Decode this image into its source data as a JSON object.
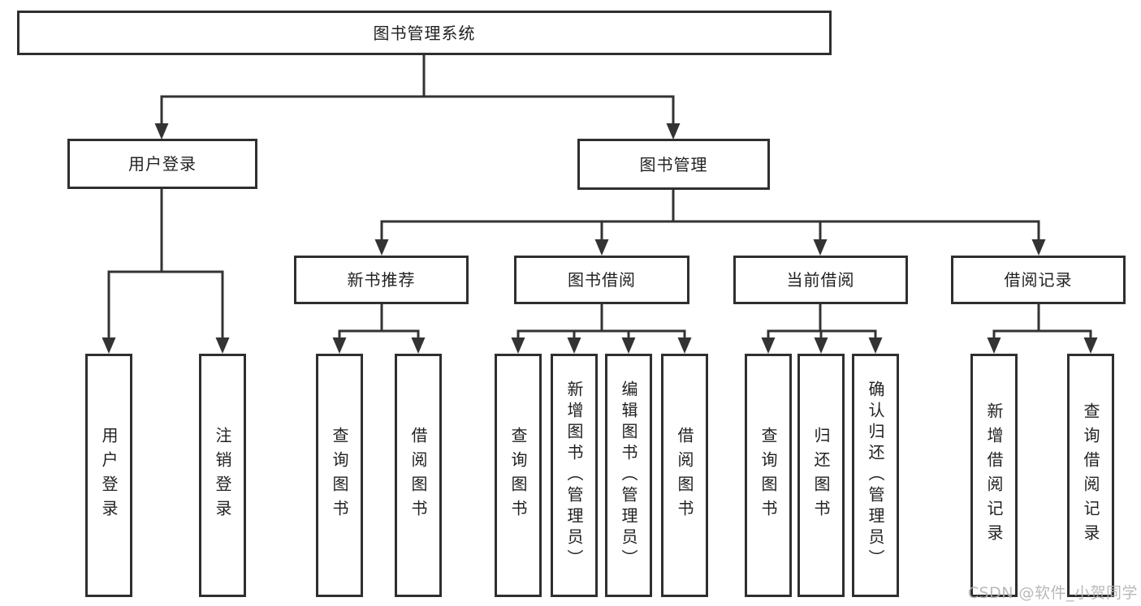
{
  "diagram": {
    "type": "tree",
    "title": "图书管理系统"
  },
  "nodes": {
    "root": {
      "label": "图书管理系统"
    },
    "user_login": {
      "label": "用户登录"
    },
    "book_mgmt": {
      "label": "图书管理"
    },
    "new_book_rec": {
      "label": "新书推荐"
    },
    "book_borrow": {
      "label": "图书借阅"
    },
    "current_borrow": {
      "label": "当前借阅"
    },
    "borrow_record": {
      "label": "借阅记录"
    },
    "login": {
      "label": "用户登录"
    },
    "logout": {
      "label": "注销登录"
    },
    "nb_query": {
      "label": "查询图书"
    },
    "nb_borrow": {
      "label": "借阅图书"
    },
    "bb_query": {
      "label": "查询图书"
    },
    "bb_add": {
      "label": "新增图书（管理员）"
    },
    "bb_edit": {
      "label": "编辑图书（管理员）"
    },
    "bb_borrow": {
      "label": "借阅图书"
    },
    "cb_query": {
      "label": "查询图书"
    },
    "cb_return": {
      "label": "归还图书"
    },
    "cb_confirm": {
      "label": "确认归还（管理员）"
    },
    "br_add": {
      "label": "新增借阅记录"
    },
    "br_query": {
      "label": "查询借阅记录"
    }
  },
  "hierarchy": {
    "root": "图书管理系统",
    "children": [
      {
        "label": "用户登录",
        "children": [
          "用户登录",
          "注销登录"
        ]
      },
      {
        "label": "图书管理",
        "children": [
          {
            "label": "新书推荐",
            "children": [
              "查询图书",
              "借阅图书"
            ]
          },
          {
            "label": "图书借阅",
            "children": [
              "查询图书",
              "新增图书（管理员）",
              "编辑图书（管理员）",
              "借阅图书"
            ]
          },
          {
            "label": "当前借阅",
            "children": [
              "查询图书",
              "归还图书",
              "确认归还（管理员）"
            ]
          },
          {
            "label": "借阅记录",
            "children": [
              "新增借阅记录",
              "查询借阅记录"
            ]
          }
        ]
      }
    ]
  },
  "watermark": {
    "text": "CSDN @软件_小贺同学"
  },
  "colors": {
    "line": "#333333",
    "box_border": "#2f2f2f",
    "text": "#222222",
    "background": "#ffffff",
    "watermark": "#b2b2b6"
  }
}
